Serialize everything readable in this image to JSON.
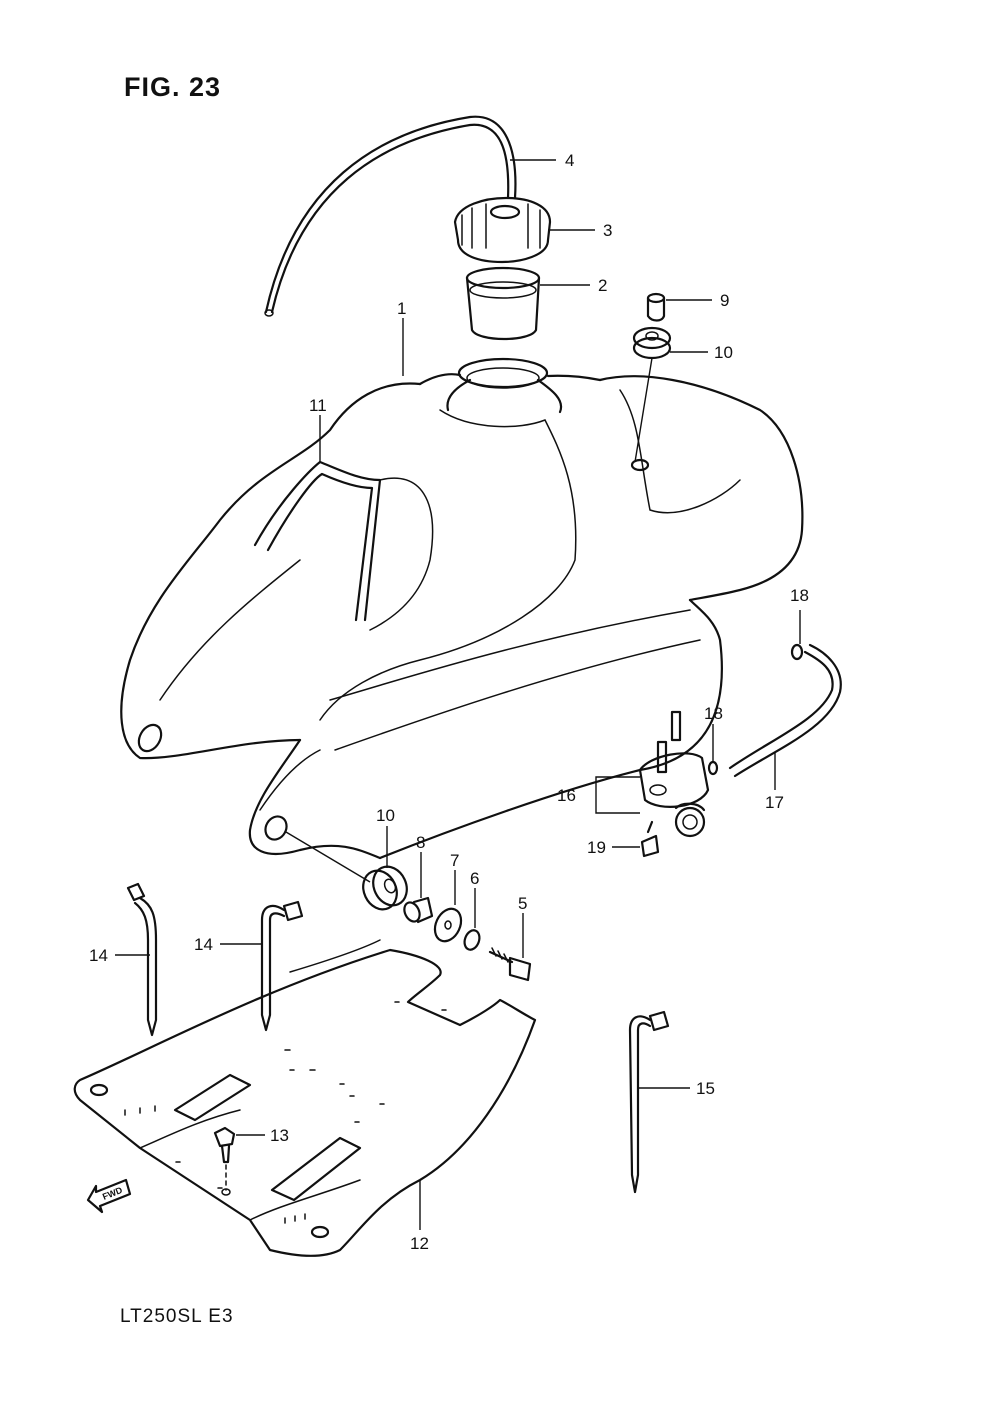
{
  "figure": {
    "title": "FIG. 23",
    "model_code": "LT250SL  E3",
    "fwd_label": "FWD"
  },
  "callouts": {
    "c1": "1",
    "c2": "2",
    "c3": "3",
    "c4": "4",
    "c5": "5",
    "c6": "6",
    "c7": "7",
    "c8": "8",
    "c9": "9",
    "c10a": "10",
    "c10b": "10",
    "c11": "11",
    "c12": "12",
    "c13": "13",
    "c14a": "14",
    "c14b": "14",
    "c15": "15",
    "c16": "16",
    "c17": "17",
    "c18a": "18",
    "c18b": "18",
    "c19": "19"
  },
  "icons": {
    "fwd_arrow": "fwd-arrow-icon"
  }
}
